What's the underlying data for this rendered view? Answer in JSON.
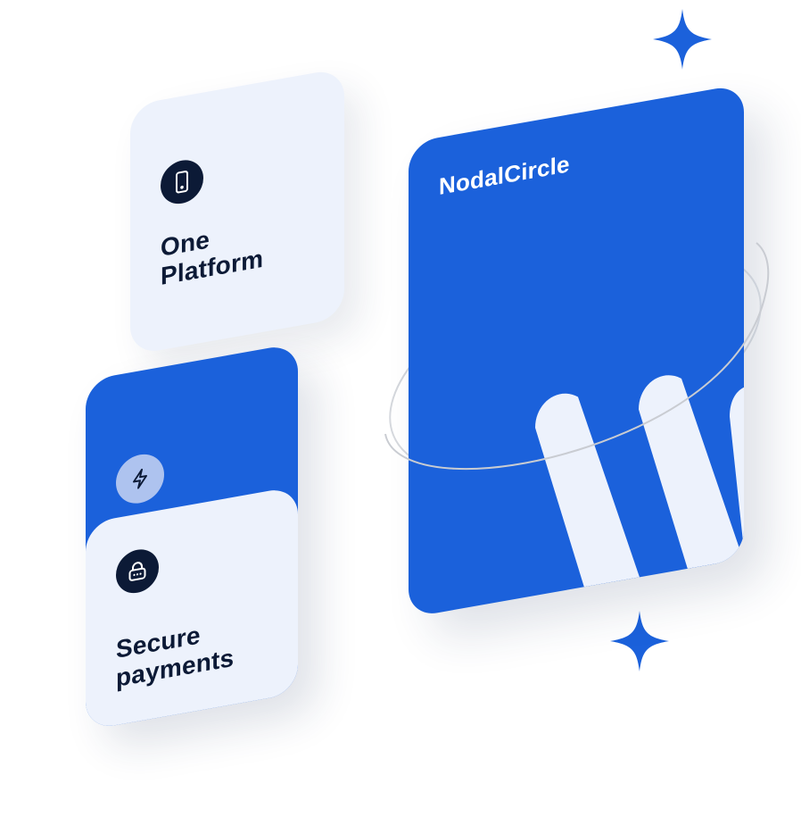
{
  "cards": {
    "platform": {
      "icon": "phone-icon",
      "title_line1": "One",
      "title_line2": "Platform"
    },
    "secure": {
      "top_icon": "lightning-icon",
      "icon": "lock-icon",
      "title_line1": "Secure",
      "title_line2": "payments"
    },
    "brand": {
      "name": "NodalCircle",
      "logo": "nodalcircle-logo-mark"
    }
  },
  "decorations": {
    "sparkles": "sparkle-icon",
    "orbit": "orbit-ring"
  },
  "colors": {
    "brand_blue": "#1b61db",
    "navy": "#0c1a36",
    "panel": "#edf2fc",
    "bolt_bg": "#aec3ef"
  }
}
